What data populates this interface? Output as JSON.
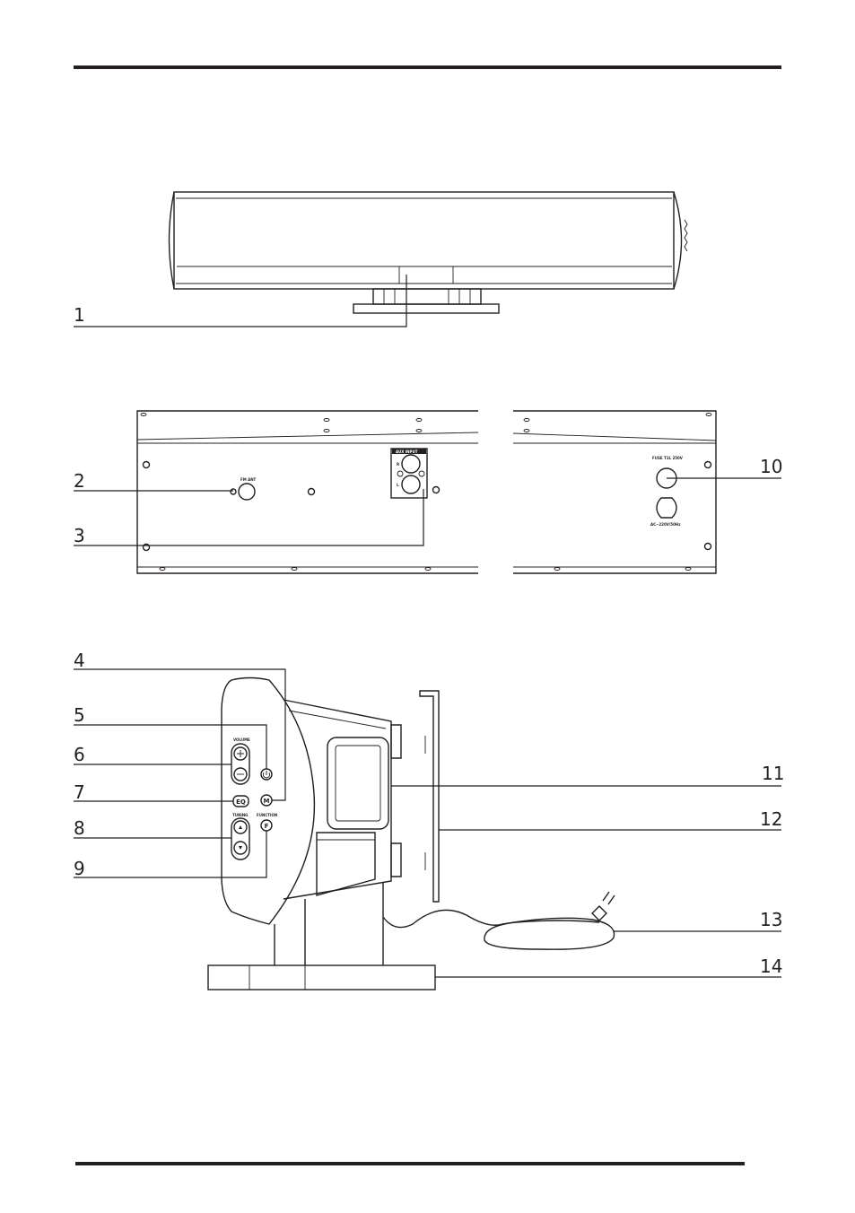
{
  "callouts": [
    {
      "id": "1",
      "label": "1"
    },
    {
      "id": "2",
      "label": "2"
    },
    {
      "id": "3",
      "label": "3"
    },
    {
      "id": "4",
      "label": "4"
    },
    {
      "id": "5",
      "label": "5"
    },
    {
      "id": "6",
      "label": "6"
    },
    {
      "id": "7",
      "label": "7"
    },
    {
      "id": "8",
      "label": "8"
    },
    {
      "id": "9",
      "label": "9"
    },
    {
      "id": "10",
      "label": "10"
    },
    {
      "id": "11",
      "label": "11"
    },
    {
      "id": "12",
      "label": "12"
    },
    {
      "id": "13",
      "label": "13"
    },
    {
      "id": "14",
      "label": "14"
    }
  ],
  "rear_panel": {
    "fm_ant": "FM ANT",
    "aux_input": "AUX INPUT",
    "aux_r": "R",
    "aux_l": "L",
    "fuse": "FUSE T1L 250V",
    "ac_rating": "AC~220V/50Hz"
  },
  "side_panel": {
    "volume": "VOLUME",
    "tuning": "TUNING",
    "function": "FUNCTION",
    "eq_button": "EQ",
    "mode_button": "M",
    "function_button": "F"
  },
  "colors": {
    "ink": "#231f20",
    "background": "#ffffff"
  }
}
